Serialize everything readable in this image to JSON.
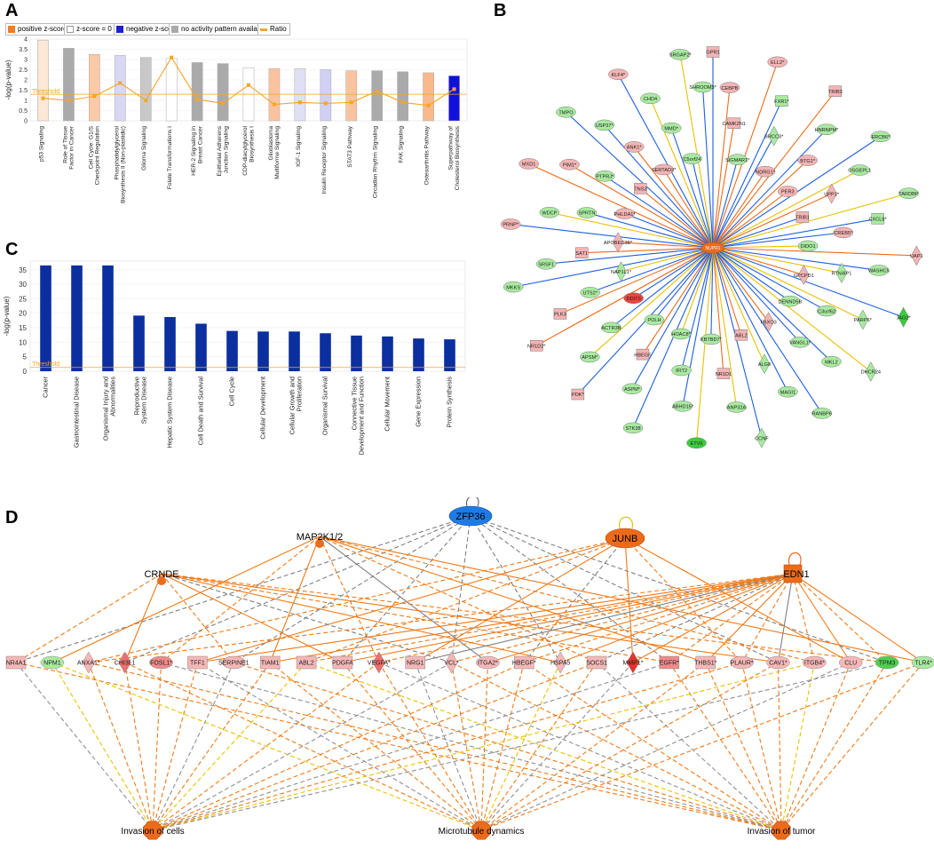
{
  "panels": {
    "a": "A",
    "b": "B",
    "c": "C",
    "d": "D"
  },
  "legendA": [
    {
      "label": "positive z-score",
      "color": "#f47b20",
      "kind": "box"
    },
    {
      "label": "z-score = 0",
      "color": "#ffffff",
      "kind": "box"
    },
    {
      "label": "negative z-score",
      "color": "#1f1fd0",
      "kind": "box"
    },
    {
      "label": "no activity pattern available",
      "color": "#aaaaaa",
      "kind": "box"
    },
    {
      "label": "Ratio",
      "color": "#f5a623",
      "kind": "line"
    }
  ],
  "chart_data": [
    {
      "id": "A",
      "type": "bar",
      "ylabel": "-log(p-value)",
      "threshold_label": "Threshold",
      "threshold": 1.3,
      "ylim": [
        0,
        4
      ],
      "yticks": [
        0,
        0.5,
        1,
        1.5,
        2,
        2.5,
        3,
        3.5,
        4
      ],
      "categories": [
        "p53 Signaling",
        "Role of Tissue Factor in Cancer",
        "Cell Cycle: G1/S Checkpoint Regulation",
        "Phosphatidylglycerol Biosynthesis II (Non-plastidic)",
        "Glioma Signaling",
        "Folate Transformations I",
        "HER-2 Signaling in Breast Cancer",
        "Epithelial Adherens Junction Signaling",
        "CDP-diacylglycerol Biosynthesis I",
        "Glioblastoma Multiforme Signaling",
        "IGF-1 Signaling",
        "Insulin Receptor Signaling",
        "STAT3 Pathway",
        "Circadian Rhythm Signaling",
        "FAK Signaling",
        "Osteoarthritis Pathway",
        "Superpathway of Cholesterol Biosynthesis"
      ],
      "values": [
        3.95,
        3.55,
        3.25,
        3.2,
        3.1,
        3.05,
        2.85,
        2.8,
        2.6,
        2.55,
        2.55,
        2.5,
        2.45,
        2.45,
        2.4,
        2.35,
        2.2
      ],
      "colors": [
        "#fde7d6",
        "#aaaaaa",
        "#f9c9a8",
        "#d8d8f5",
        "#c8c8c8",
        "#ffffff",
        "#aaaaaa",
        "#aaaaaa",
        "#ffffff",
        "#f9c3a0",
        "#e0e0f5",
        "#d0d0f5",
        "#f9c3a0",
        "#aaaaaa",
        "#aaaaaa",
        "#f9b98c",
        "#1111dd"
      ],
      "ratio": [
        1.1,
        1.0,
        1.2,
        1.85,
        1.0,
        3.1,
        1.05,
        0.85,
        1.75,
        0.8,
        0.9,
        0.85,
        0.9,
        1.45,
        0.9,
        0.75,
        1.55
      ]
    },
    {
      "id": "C",
      "type": "bar",
      "ylabel": "-log(p-value)",
      "threshold_label": "Threshold",
      "threshold": 1.3,
      "ylim": [
        0,
        38
      ],
      "yticks": [
        0,
        5,
        10,
        15,
        20,
        25,
        30,
        35
      ],
      "bar_color": "#0b2f9e",
      "categories": [
        "Cancer",
        "Gastrointestinal Disease",
        "Organismal Injury and Abnormalities",
        "Reproductive System Disease",
        "Hepatic System Disease",
        "Cell Death and Survival",
        "Cell Cycle",
        "Cellular Development",
        "Cellular Growth and Proliferation",
        "Organismal Survival",
        "Connective Tissue Development and Function",
        "Cellular Movement",
        "Gene Expression",
        "Protein Synthesis"
      ],
      "values": [
        36.5,
        36.5,
        36.5,
        19.2,
        18.7,
        16.4,
        13.9,
        13.7,
        13.7,
        13.1,
        12.3,
        12.0,
        11.3,
        11.0
      ]
    }
  ],
  "networkB": {
    "center": "NUPR1",
    "nodes": [
      {
        "label": "GPR1",
        "c": "r",
        "s": "sq"
      },
      {
        "label": "CEBPB",
        "c": "r",
        "s": "el"
      },
      {
        "label": "CAMK2N1",
        "c": "r",
        "s": "sq"
      },
      {
        "label": "SIGMAR1*",
        "c": "g",
        "s": "el"
      },
      {
        "label": "ELL2*",
        "c": "r",
        "s": "el"
      },
      {
        "label": "FXR1*",
        "c": "g",
        "s": "sq"
      },
      {
        "label": "BRCC3*",
        "c": "g",
        "s": "dm"
      },
      {
        "label": "NDRG1*",
        "c": "r",
        "s": "el"
      },
      {
        "label": "TRIB3",
        "c": "r",
        "s": "sq"
      },
      {
        "label": "HNRNPM*",
        "c": "g",
        "s": "el"
      },
      {
        "label": "BTG1*",
        "c": "r",
        "s": "el"
      },
      {
        "label": "PER3",
        "c": "r",
        "s": "el"
      },
      {
        "label": "ERCB6*",
        "c": "g",
        "s": "el"
      },
      {
        "label": "OSGEPL1",
        "c": "g",
        "s": "el"
      },
      {
        "label": "UPP1*",
        "c": "r",
        "s": "dm"
      },
      {
        "label": "TRIB1",
        "c": "r",
        "s": "sq"
      },
      {
        "label": "TARDBP",
        "c": "g",
        "s": "el"
      },
      {
        "label": "CXCL8*",
        "c": "g",
        "s": "sq"
      },
      {
        "label": "CREB5*",
        "c": "r",
        "s": "el"
      },
      {
        "label": "DIDO1",
        "c": "g",
        "s": "el"
      },
      {
        "label": "UAP1",
        "c": "r",
        "s": "dm"
      },
      {
        "label": "WASHC5",
        "c": "g",
        "s": "el"
      },
      {
        "label": "RTN4IP1",
        "c": "g",
        "s": "dm"
      },
      {
        "label": "GPCPD1",
        "c": "r",
        "s": "dm"
      },
      {
        "label": "JAG2*",
        "c": "gg",
        "s": "dm"
      },
      {
        "label": "PARP6*",
        "c": "g",
        "s": "dm"
      },
      {
        "label": "C3orf62",
        "c": "g",
        "s": "el"
      },
      {
        "label": "DENND5B",
        "c": "g",
        "s": "el"
      },
      {
        "label": "DHCR24",
        "c": "g",
        "s": "dm"
      },
      {
        "label": "MKL2",
        "c": "g",
        "s": "el"
      },
      {
        "label": "VANGL1*",
        "c": "g",
        "s": "el"
      },
      {
        "label": "FBXO3",
        "c": "r",
        "s": "dm"
      },
      {
        "label": "RANBP6",
        "c": "g",
        "s": "el"
      },
      {
        "label": "MAGI1",
        "c": "g",
        "s": "el"
      },
      {
        "label": "ALG8",
        "c": "g",
        "s": "dm"
      },
      {
        "label": "ABL2",
        "c": "r",
        "s": "sq"
      },
      {
        "label": "CCNF",
        "c": "g",
        "s": "dm"
      },
      {
        "label": "ANP32A",
        "c": "g",
        "s": "el"
      },
      {
        "label": "NR1D1",
        "c": "r",
        "s": "sq"
      },
      {
        "label": "KBTBD7*",
        "c": "g",
        "s": "el"
      },
      {
        "label": "ETV6",
        "c": "gg",
        "s": "el"
      },
      {
        "label": "ABHD15*",
        "c": "g",
        "s": "el"
      },
      {
        "label": "IFIT2",
        "c": "g",
        "s": "el"
      },
      {
        "label": "HOAC8*",
        "c": "g",
        "s": "el"
      },
      {
        "label": "STK38",
        "c": "g",
        "s": "el"
      },
      {
        "label": "ASPM*",
        "c": "g",
        "s": "el"
      },
      {
        "label": "HBEGF",
        "c": "r",
        "s": "sq"
      },
      {
        "label": "POLH",
        "c": "g",
        "s": "el"
      },
      {
        "label": "PDK*",
        "c": "r",
        "s": "sq"
      },
      {
        "label": "APSM*",
        "c": "g",
        "s": "el"
      },
      {
        "label": "ACTR3B",
        "c": "g",
        "s": "el"
      },
      {
        "label": "DDIT3",
        "c": "rr",
        "s": "el"
      },
      {
        "label": "NR1D2*",
        "c": "r",
        "s": "sq"
      },
      {
        "label": "PLK3",
        "c": "r",
        "s": "sq"
      },
      {
        "label": "UTS2*",
        "c": "g",
        "s": "el"
      },
      {
        "label": "NAP1L1*",
        "c": "g",
        "s": "dm"
      },
      {
        "label": "MKKS",
        "c": "g",
        "s": "el"
      },
      {
        "label": "SRSF1",
        "c": "g",
        "s": "el"
      },
      {
        "label": "SAT1",
        "c": "r",
        "s": "sq"
      },
      {
        "label": "APOBEC3B*",
        "c": "r",
        "s": "dm"
      },
      {
        "label": "PRNP*",
        "c": "r",
        "s": "el"
      },
      {
        "label": "WDCP",
        "c": "g",
        "s": "el"
      },
      {
        "label": "SPRTN",
        "c": "g",
        "s": "el"
      },
      {
        "label": "PHLDA1*",
        "c": "r",
        "s": "el"
      },
      {
        "label": "MXD1",
        "c": "r",
        "s": "el"
      },
      {
        "label": "PIM1*",
        "c": "r",
        "s": "el"
      },
      {
        "label": "PTPRJ*",
        "c": "g",
        "s": "el"
      },
      {
        "label": "TNS3",
        "c": "r",
        "s": "sq"
      },
      {
        "label": "TMPO",
        "c": "g",
        "s": "el"
      },
      {
        "label": "USP37*",
        "c": "g",
        "s": "el"
      },
      {
        "label": "ANK1*",
        "c": "r",
        "s": "el"
      },
      {
        "label": "SERTAD2*",
        "c": "r",
        "s": "el"
      },
      {
        "label": "KLF4*",
        "c": "r",
        "s": "el"
      },
      {
        "label": "CHD4",
        "c": "g",
        "s": "el"
      },
      {
        "label": "MMD*",
        "c": "g",
        "s": "el"
      },
      {
        "label": "C5orf24",
        "c": "g",
        "s": "el"
      },
      {
        "label": "SRGAP2*",
        "c": "g",
        "s": "el"
      },
      {
        "label": "SHROOM3*",
        "c": "g",
        "s": "el"
      }
    ]
  },
  "networkD": {
    "regulators": [
      "ZFP36",
      "JUNB",
      "MAP2K1/2",
      "CRNDE",
      "EDN1"
    ],
    "targets": [
      "NR4A1",
      "NPM1",
      "ANXA1*",
      "CHI3L1",
      "FOSL1*",
      "TFF1",
      "SERPINE1",
      "TIAM1",
      "ABL2",
      "PDGFA",
      "VEGFA*",
      "NRG1",
      "VCL*",
      "ITGA2*",
      "HBEGF*",
      "HSPA5",
      "SOCS1",
      "MMP1*",
      "EGFR*",
      "THBS1*",
      "PLAUR*",
      "CAV1*",
      "ITGB4*",
      "CLU",
      "TPM3",
      "TLR4*"
    ],
    "functions": [
      "Invasion of cells",
      "Microtubule dynamics",
      "Invasion of tumor"
    ]
  }
}
